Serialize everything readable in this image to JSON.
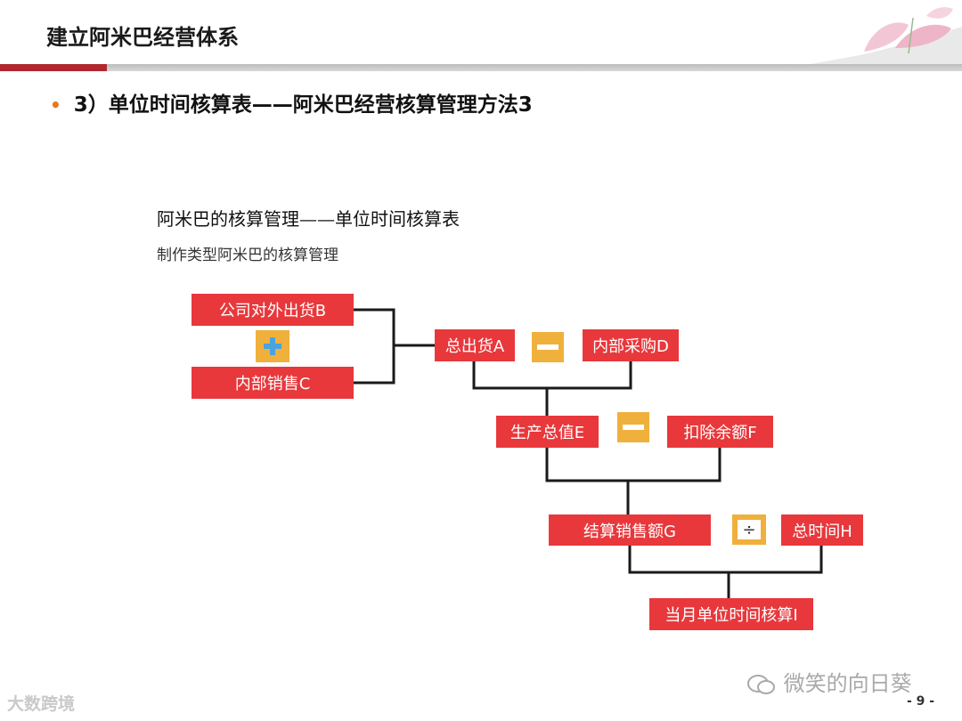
{
  "header": {
    "title": "建立阿米巴经营体系"
  },
  "bullet": {
    "text": "3）单位时间核算表——阿米巴经营核算管理方法3"
  },
  "diagram": {
    "title": "阿米巴的核算管理——单位时间核算表",
    "subtitle": "制作类型阿米巴的核算管理",
    "nodes": {
      "b": "公司对外出货B",
      "c": "内部销售C",
      "a": "总出货A",
      "d": "内部采购D",
      "e": "生产总值E",
      "f": "扣除余额F",
      "g": "结算销售额G",
      "h": "总时间H",
      "i": "当月单位时间核算I"
    },
    "operators": {
      "plus": "plus-icon",
      "minus1": "minus-icon",
      "minus2": "minus-icon",
      "divide": "÷"
    },
    "colors": {
      "node": "#e8383c",
      "operator": "#f0b03c",
      "connector": "#1a1a1a"
    }
  },
  "footer": {
    "watermark_right": "微笑的向日葵",
    "watermark_left": "大数跨境",
    "page_number": "- 9 -"
  }
}
